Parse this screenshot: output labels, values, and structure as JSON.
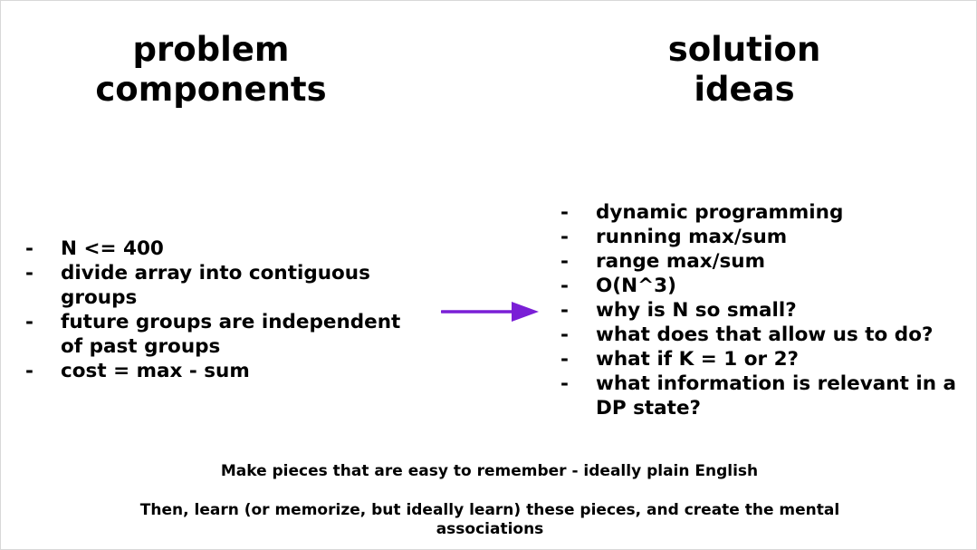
{
  "left_column": {
    "heading_line1": "problem",
    "heading_line2": "components",
    "bullet_marker": "-",
    "items": [
      "N <= 400",
      "divide array into contiguous groups",
      "future groups are independent of past groups",
      "cost = max - sum"
    ]
  },
  "right_column": {
    "heading_line1": "solution",
    "heading_line2": "ideas",
    "bullet_marker": "-",
    "items": [
      "dynamic programming",
      "running max/sum",
      "range max/sum",
      "O(N^3)",
      "why is N so small?",
      "what does that allow us to do?",
      "what if K = 1 or 2?",
      "what information is relevant in a DP state?"
    ]
  },
  "arrow": {
    "icon": "right-arrow-icon",
    "color": "#7a1fd6"
  },
  "footer": {
    "line1": "Make pieces that are easy to remember - ideally plain English",
    "line2": "Then, learn (or memorize, but ideally learn) these pieces, and create the mental associations"
  }
}
